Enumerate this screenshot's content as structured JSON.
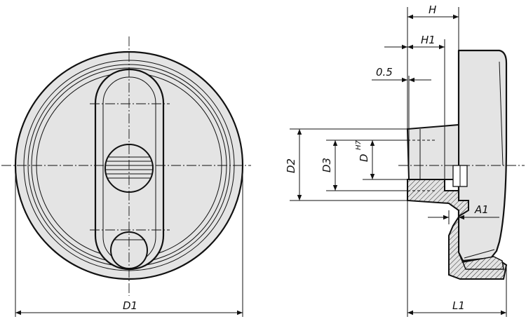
{
  "drawing": {
    "front_view": {
      "dimensions": {
        "D1": "D1"
      }
    },
    "side_view": {
      "dimensions": {
        "H": "H",
        "H1": "H1",
        "offset": "0.5",
        "D2": "D2",
        "D3": "D3",
        "D": "D",
        "D_tolerance": "H7",
        "A1": "A1",
        "L1": "L1"
      }
    },
    "colors": {
      "fill": "#e4e4e4",
      "line": "#111111"
    }
  }
}
